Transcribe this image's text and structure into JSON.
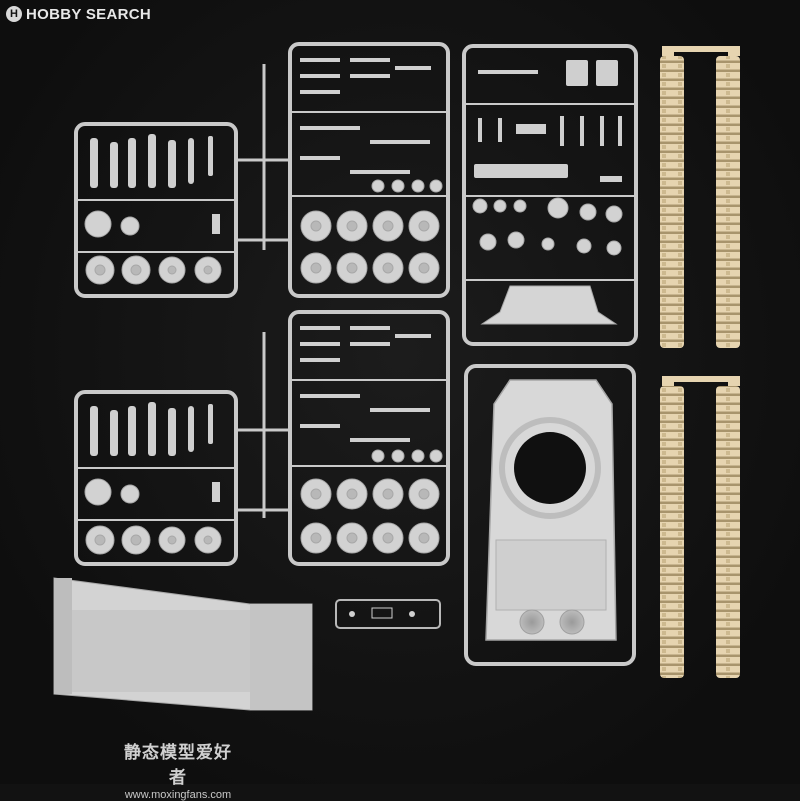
{
  "watermark": {
    "logo_mark": "H",
    "logo_text": "HOBBY SEARCH",
    "site_name_cn": "静态模型爱好者",
    "site_url": "www.moxingfans.com"
  },
  "colors": {
    "background": "#121212",
    "plastic_grey": "#c9c9c9",
    "track_tan": "#e6d4b0"
  },
  "scene": {
    "sprue_frames": 6,
    "hull_parts": 2,
    "track_runs": 4,
    "clear_parts_sprue": 1
  }
}
